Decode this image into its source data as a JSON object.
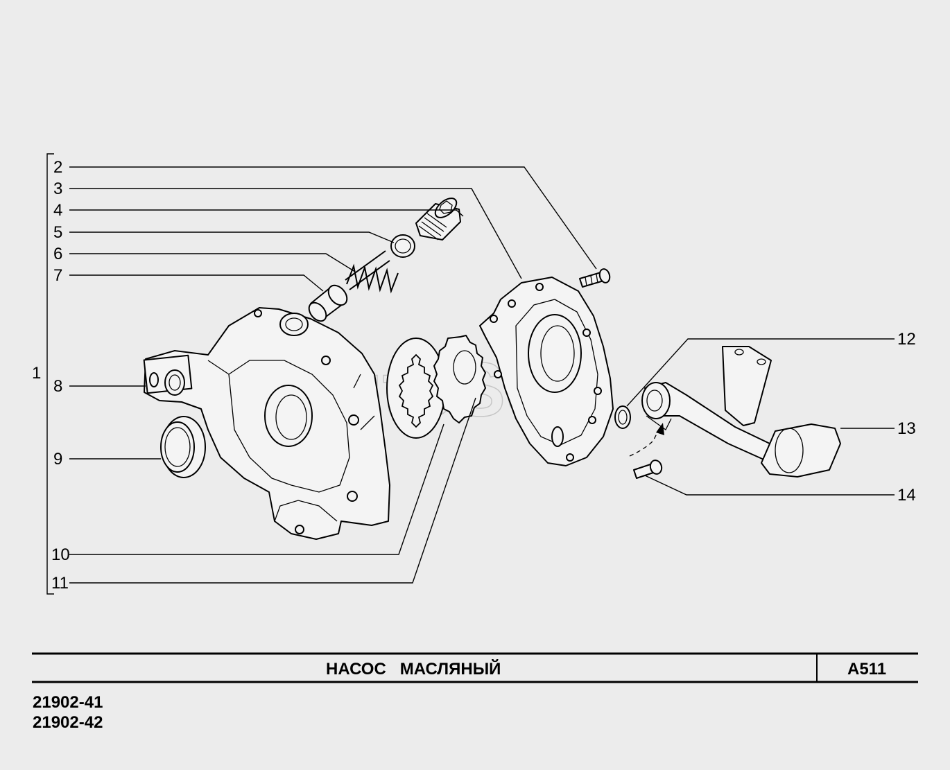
{
  "title": "НАСОС   МАСЛЯНЫЙ",
  "page_code": "А511",
  "model_codes": [
    "21902-41",
    "21902-42"
  ],
  "watermark": "AutoSoft",
  "group_label": "1",
  "callouts": [
    {
      "id": "2",
      "label": "2"
    },
    {
      "id": "3",
      "label": "3"
    },
    {
      "id": "4",
      "label": "4"
    },
    {
      "id": "5",
      "label": "5"
    },
    {
      "id": "6",
      "label": "6"
    },
    {
      "id": "7",
      "label": "7"
    },
    {
      "id": "8",
      "label": "8"
    },
    {
      "id": "9",
      "label": "9"
    },
    {
      "id": "10",
      "label": "10"
    },
    {
      "id": "11",
      "label": "11"
    },
    {
      "id": "12",
      "label": "12"
    },
    {
      "id": "13",
      "label": "13"
    },
    {
      "id": "14",
      "label": "14"
    }
  ]
}
